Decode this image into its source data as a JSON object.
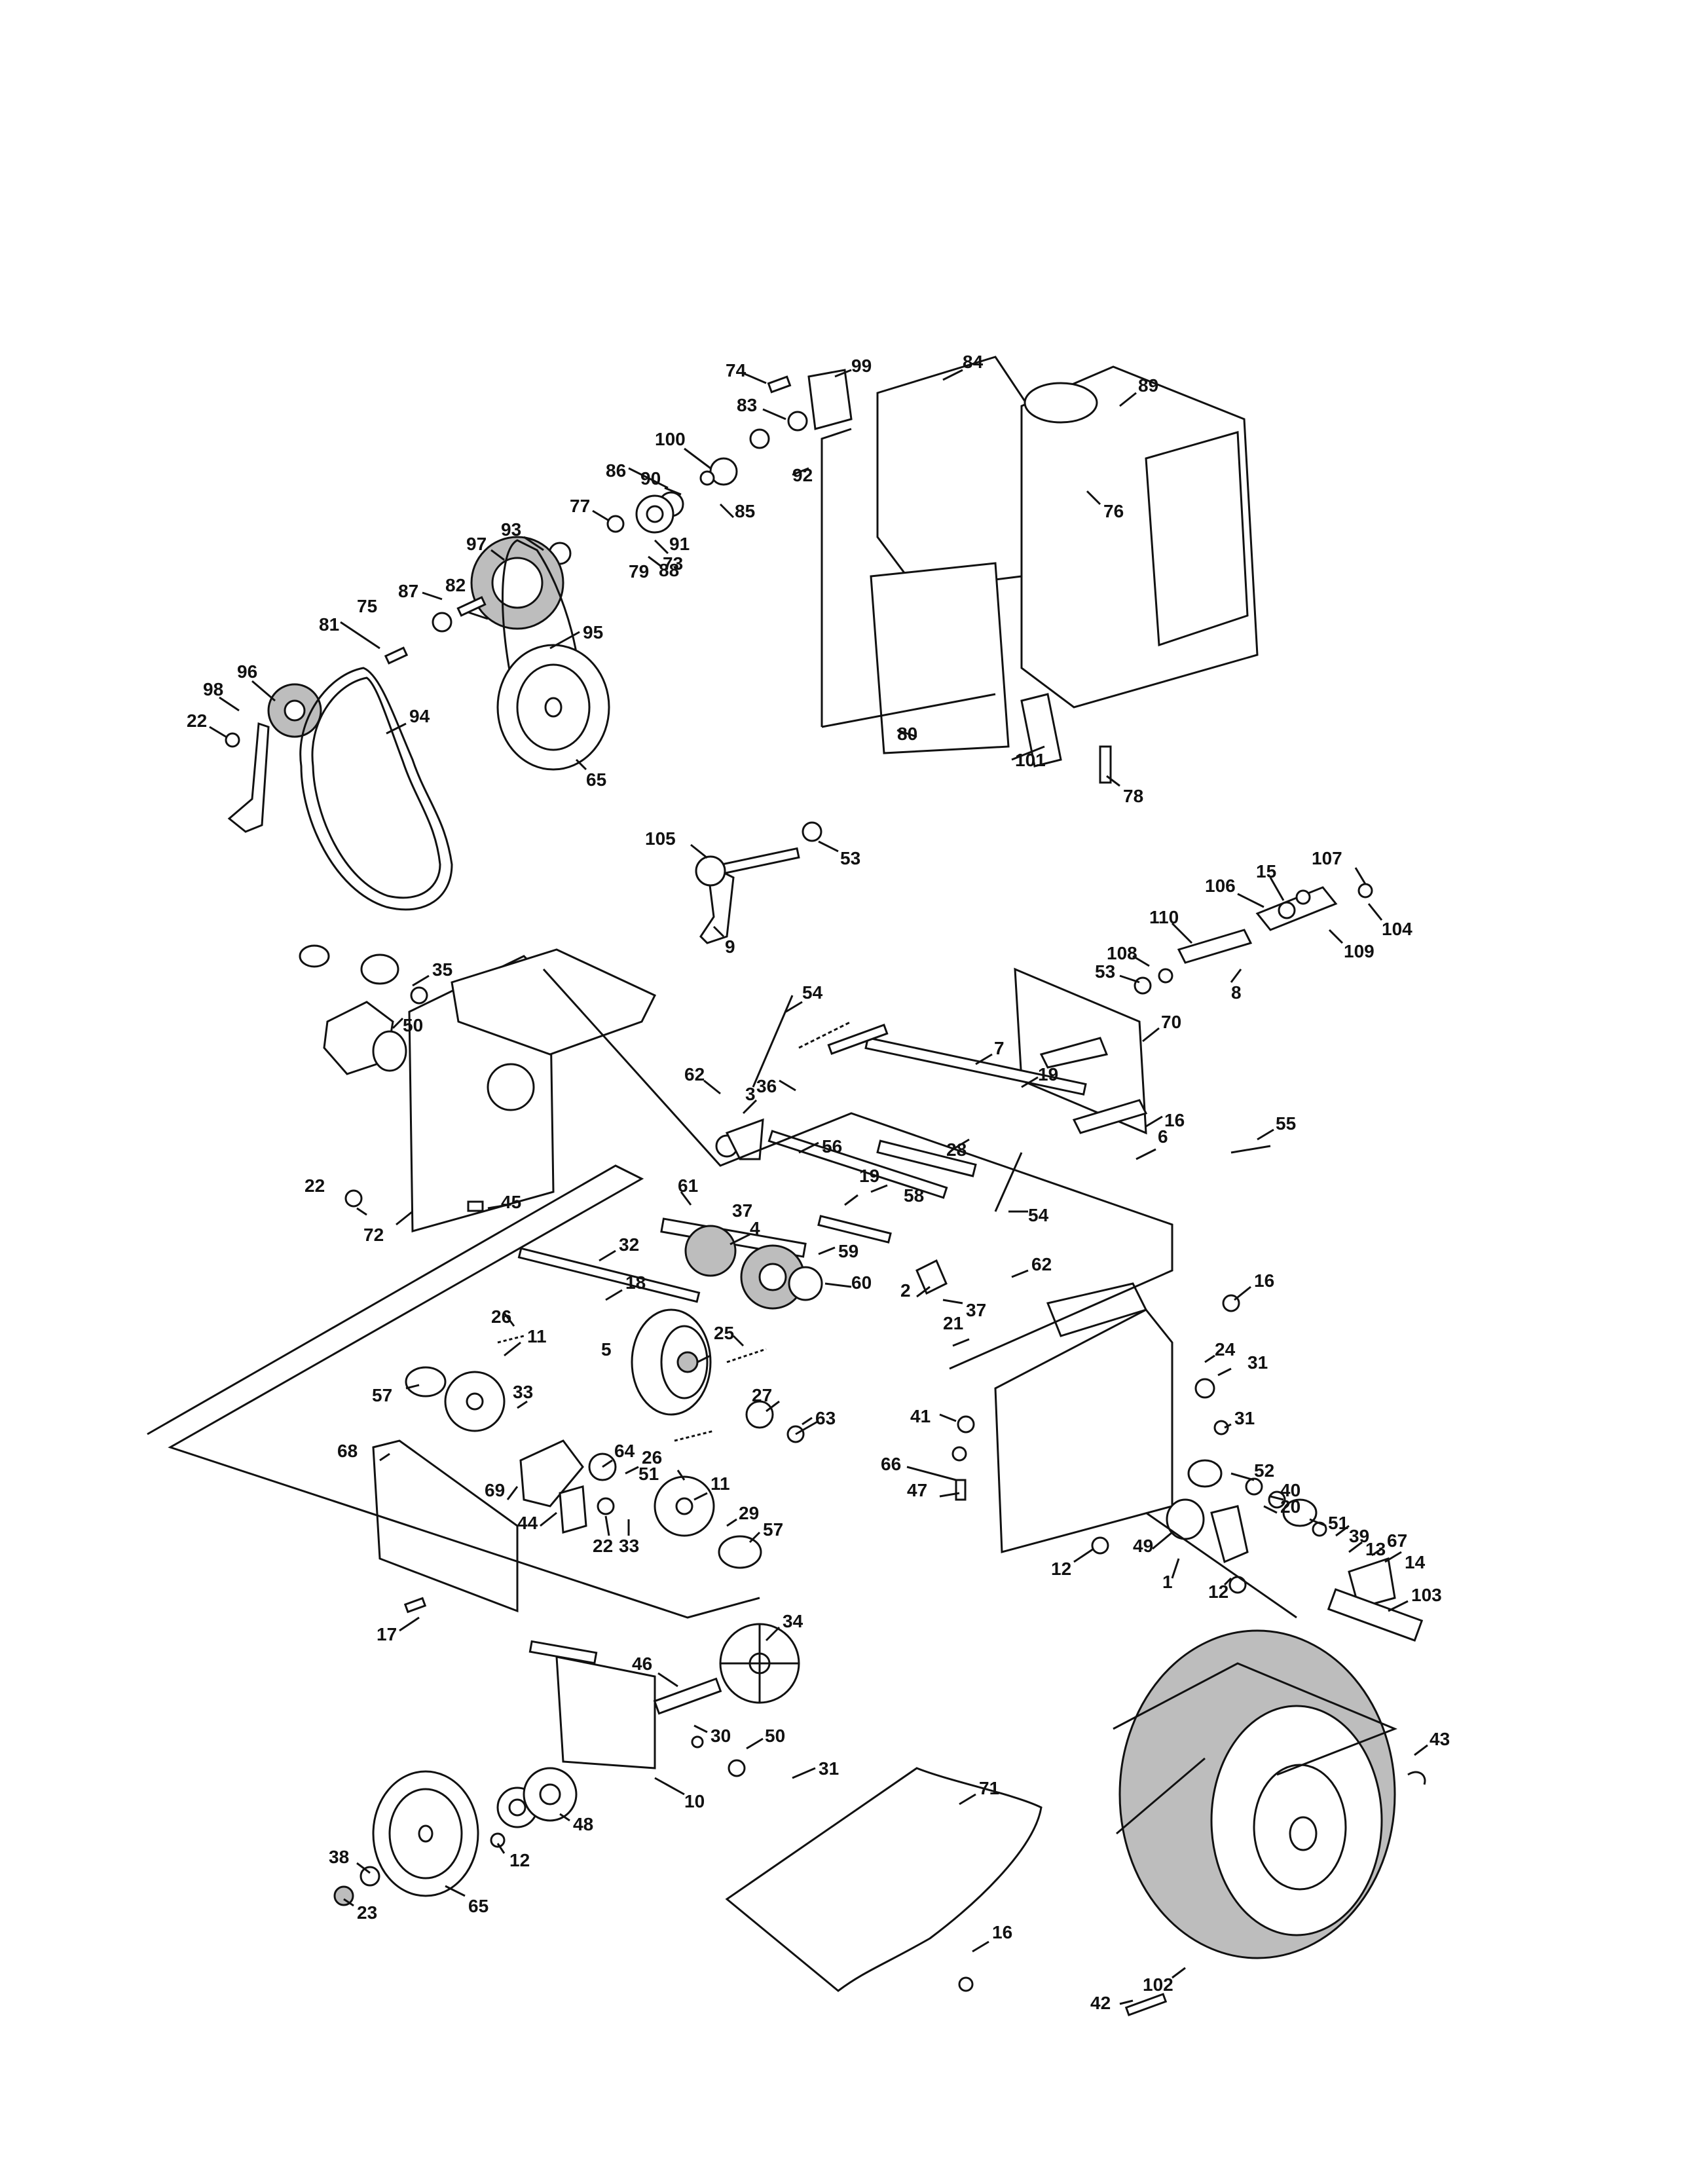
{
  "callouts": [
    {
      "id": "c74",
      "text": "74"
    },
    {
      "id": "c99",
      "text": "99"
    },
    {
      "id": "c84",
      "text": "84"
    },
    {
      "id": "c89",
      "text": "89"
    },
    {
      "id": "c83",
      "text": "83"
    },
    {
      "id": "c100",
      "text": "100"
    },
    {
      "id": "c92",
      "text": "92"
    },
    {
      "id": "c90",
      "text": "90"
    },
    {
      "id": "c86",
      "text": "86"
    },
    {
      "id": "c85",
      "text": "85"
    },
    {
      "id": "c76",
      "text": "76"
    },
    {
      "id": "c77",
      "text": "77"
    },
    {
      "id": "c93",
      "text": "93"
    },
    {
      "id": "c91",
      "text": "91"
    },
    {
      "id": "c97",
      "text": "97"
    },
    {
      "id": "c73",
      "text": "73"
    },
    {
      "id": "c79",
      "text": "79"
    },
    {
      "id": "c88",
      "text": "88"
    },
    {
      "id": "c87",
      "text": "87"
    },
    {
      "id": "c82",
      "text": "82"
    },
    {
      "id": "c75",
      "text": "75"
    },
    {
      "id": "c95",
      "text": "95"
    },
    {
      "id": "c81",
      "text": "81"
    },
    {
      "id": "c96",
      "text": "96"
    },
    {
      "id": "c98",
      "text": "98"
    },
    {
      "id": "c94",
      "text": "94"
    },
    {
      "id": "c22a",
      "text": "22"
    },
    {
      "id": "c80",
      "text": "80"
    },
    {
      "id": "c101",
      "text": "101"
    },
    {
      "id": "c65a",
      "text": "65"
    },
    {
      "id": "c78",
      "text": "78"
    },
    {
      "id": "c105",
      "text": "105"
    },
    {
      "id": "c53a",
      "text": "53"
    },
    {
      "id": "c107",
      "text": "107"
    },
    {
      "id": "c15",
      "text": "15"
    },
    {
      "id": "c106",
      "text": "106"
    },
    {
      "id": "c104",
      "text": "104"
    },
    {
      "id": "c110",
      "text": "110"
    },
    {
      "id": "c109",
      "text": "109"
    },
    {
      "id": "c108",
      "text": "108"
    },
    {
      "id": "c53b",
      "text": "53"
    },
    {
      "id": "c8",
      "text": "8"
    },
    {
      "id": "c9",
      "text": "9"
    },
    {
      "id": "c35",
      "text": "35"
    },
    {
      "id": "c54a",
      "text": "54"
    },
    {
      "id": "c50a",
      "text": "50"
    },
    {
      "id": "c70",
      "text": "70"
    },
    {
      "id": "c7",
      "text": "7"
    },
    {
      "id": "c16a",
      "text": "16"
    },
    {
      "id": "c36",
      "text": "36"
    },
    {
      "id": "c62a",
      "text": "62"
    },
    {
      "id": "c19a",
      "text": "19"
    },
    {
      "id": "c3",
      "text": "3"
    },
    {
      "id": "c55",
      "text": "55"
    },
    {
      "id": "c56",
      "text": "56"
    },
    {
      "id": "c28",
      "text": "28"
    },
    {
      "id": "c6",
      "text": "6"
    },
    {
      "id": "c22b",
      "text": "22"
    },
    {
      "id": "c45",
      "text": "45"
    },
    {
      "id": "c58",
      "text": "58"
    },
    {
      "id": "c19b",
      "text": "19"
    },
    {
      "id": "c61",
      "text": "61"
    },
    {
      "id": "c37a",
      "text": "37"
    },
    {
      "id": "c54b",
      "text": "54"
    },
    {
      "id": "c72",
      "text": "72"
    },
    {
      "id": "c4",
      "text": "4"
    },
    {
      "id": "c59",
      "text": "59"
    },
    {
      "id": "c32",
      "text": "32"
    },
    {
      "id": "c60",
      "text": "60"
    },
    {
      "id": "c62b",
      "text": "62"
    },
    {
      "id": "c18",
      "text": "18"
    },
    {
      "id": "c2",
      "text": "2"
    },
    {
      "id": "c37b",
      "text": "37"
    },
    {
      "id": "c16b",
      "text": "16"
    },
    {
      "id": "c26a",
      "text": "26"
    },
    {
      "id": "c5",
      "text": "5"
    },
    {
      "id": "c25",
      "text": "25"
    },
    {
      "id": "c11a",
      "text": "11"
    },
    {
      "id": "c21",
      "text": "21"
    },
    {
      "id": "c24",
      "text": "24"
    },
    {
      "id": "c31a",
      "text": "31"
    },
    {
      "id": "c57a",
      "text": "57"
    },
    {
      "id": "c33a",
      "text": "33"
    },
    {
      "id": "c27",
      "text": "27"
    },
    {
      "id": "c41",
      "text": "41"
    },
    {
      "id": "c63",
      "text": "63"
    },
    {
      "id": "c31b",
      "text": "31"
    },
    {
      "id": "c68",
      "text": "68"
    },
    {
      "id": "c64",
      "text": "64"
    },
    {
      "id": "c26b",
      "text": "26"
    },
    {
      "id": "c66",
      "text": "66"
    },
    {
      "id": "c47",
      "text": "47"
    },
    {
      "id": "c52",
      "text": "52"
    },
    {
      "id": "c51a",
      "text": "51"
    },
    {
      "id": "c11b",
      "text": "11"
    },
    {
      "id": "c40",
      "text": "40"
    },
    {
      "id": "c69",
      "text": "69"
    },
    {
      "id": "c44",
      "text": "44"
    },
    {
      "id": "c20",
      "text": "20"
    },
    {
      "id": "c51b",
      "text": "51"
    },
    {
      "id": "c29",
      "text": "29"
    },
    {
      "id": "c39",
      "text": "39"
    },
    {
      "id": "c57b",
      "text": "57"
    },
    {
      "id": "c13",
      "text": "13"
    },
    {
      "id": "c67",
      "text": "67"
    },
    {
      "id": "c22c",
      "text": "22"
    },
    {
      "id": "c33b",
      "text": "33"
    },
    {
      "id": "c49",
      "text": "49"
    },
    {
      "id": "c14",
      "text": "14"
    },
    {
      "id": "c12a",
      "text": "12"
    },
    {
      "id": "c1",
      "text": "1"
    },
    {
      "id": "c12b",
      "text": "12"
    },
    {
      "id": "c17",
      "text": "17"
    },
    {
      "id": "c103",
      "text": "103"
    },
    {
      "id": "c34",
      "text": "34"
    },
    {
      "id": "c46",
      "text": "46"
    },
    {
      "id": "c30",
      "text": "30"
    },
    {
      "id": "c50b",
      "text": "50"
    },
    {
      "id": "c43",
      "text": "43"
    },
    {
      "id": "c31c",
      "text": "31"
    },
    {
      "id": "c71",
      "text": "71"
    },
    {
      "id": "c10",
      "text": "10"
    },
    {
      "id": "c48",
      "text": "48"
    },
    {
      "id": "c12c",
      "text": "12"
    },
    {
      "id": "c38",
      "text": "38"
    },
    {
      "id": "c65b",
      "text": "65"
    },
    {
      "id": "c23",
      "text": "23"
    },
    {
      "id": "c16c",
      "text": "16"
    },
    {
      "id": "c42",
      "text": "42"
    },
    {
      "id": "c102",
      "text": "102"
    }
  ]
}
